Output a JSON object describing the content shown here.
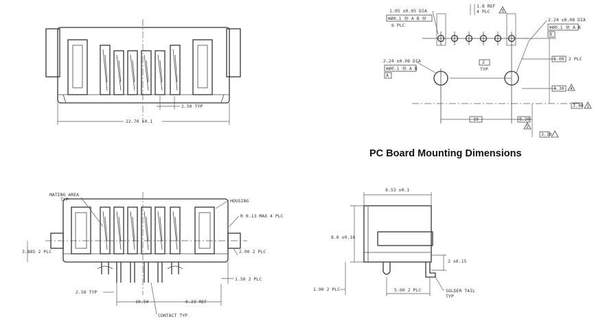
{
  "caption": "PC Board Mounting Dimensions",
  "top_view": {
    "pitch_label": "2.50 TYP",
    "width_label": "22.70 ±0.1"
  },
  "pcb_view": {
    "ref_label": "1.8 REF",
    "ref_sub": "4 PLC",
    "small_hole_label": "1.05 ±0.05 DIA",
    "small_hole_fcf": "⊕Ø0.1 Ⓜ A B Ⓜ",
    "small_hole_sub": "6 PLC",
    "large_hole_label_right": "2.24 ±0.08 DIA",
    "large_hole_fcf_right": "⊕Ø0.1 Ⓜ A B",
    "datum_b": "B",
    "large_hole_label_left": "2.24 ±0.08 DIA",
    "large_hole_fcf_left": "⊕Ø0.1 Ⓜ A B",
    "datum_a": "A",
    "dim_2plc": "5.00",
    "dim_2plc_sub": "2 PLC",
    "dim_typ": "2",
    "dim_typ_sub": "TYP",
    "dim_3": "3.30",
    "dim_4": "3.40",
    "dim_5": "19",
    "dim_6": "8.20",
    "dim_7": "3.10",
    "flag_1": "3",
    "flag_2": "4",
    "flag_3": "1",
    "flag_4": "2"
  },
  "front_view": {
    "mating_area": "MATING AREA",
    "mating_typ": "TYP",
    "housing": "HOUSING",
    "radius": "R 0.13 MAX 4 PLC",
    "dim_left": "3.885 2 PLC",
    "dim_right": "2.00 2 PLC",
    "dim_pin": "1.50 2 PLC",
    "pitch_typ": "2.50 TYP",
    "dim_center": "10.50",
    "dim_ref": "6.23 REF",
    "contact": "CONTACT TYP"
  },
  "side_view": {
    "width": "8.53 ±0.1",
    "height": "8.6 ±0.16",
    "tail": "2 ±0.15",
    "dim_left": "1.90 2 PLC",
    "dim_bottom": "5.00 2 PLC",
    "solder_tail": "SOLDER TAIL",
    "solder_typ": "TYP"
  }
}
